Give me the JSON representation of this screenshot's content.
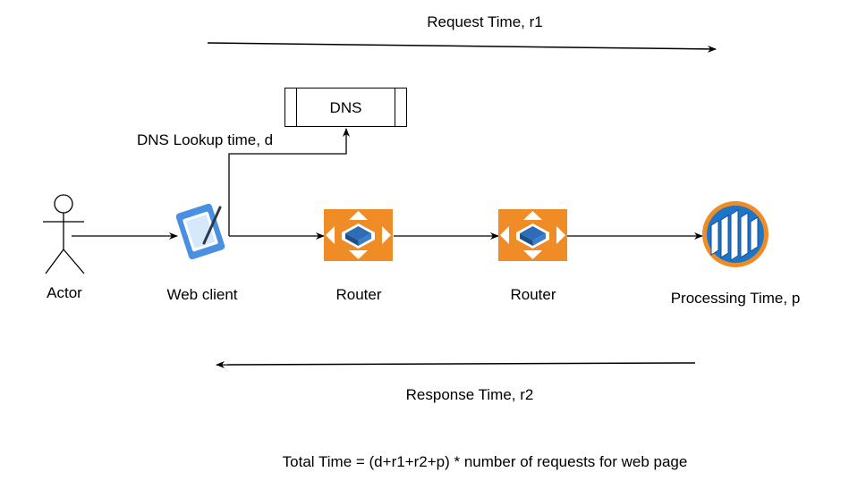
{
  "diagram": {
    "request_label": "Request Time, r1",
    "response_label": "Response Time, r2",
    "dns_label": "DNS",
    "dns_lookup_label": "DNS Lookup time, d",
    "nodes": {
      "actor": "Actor",
      "web_client": "Web client",
      "router_1": "Router",
      "router_2": "Router",
      "server": "Processing Time, p"
    },
    "total_formula": "Total Time = (d+r1+r2+p) * number of requests for web page"
  },
  "colors": {
    "router_fill": "#f08c26",
    "server_ring": "#f08c26",
    "server_core": "#1e74c7",
    "client_blue": "#4a90e2",
    "line": "#000000"
  }
}
